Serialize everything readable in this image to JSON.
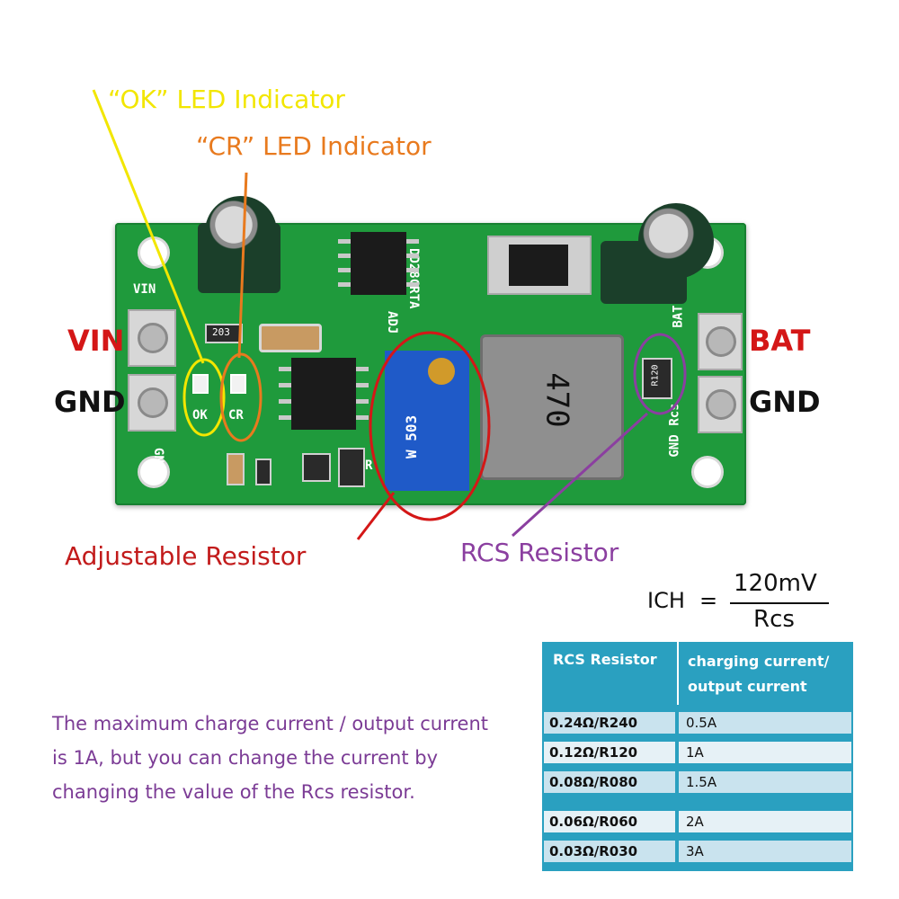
{
  "annotations": {
    "ok_led": "“OK” LED Indicator",
    "cr_led": "“CR” LED Indicator",
    "adjustable_resistor": "Adjustable Resistor",
    "rcs_resistor": "RCS Resistor"
  },
  "terminals": {
    "vin": "VIN",
    "gnd_left": "GND",
    "bat": "BAT",
    "gnd_right": "GND"
  },
  "board_silkscreen": {
    "vin": "VIN",
    "gnd": "GND",
    "ok": "OK",
    "cr": "CR",
    "rcs": "Rcs",
    "bat": "BAT",
    "gnd_right": "GND",
    "model": "DD28CRTA",
    "adj": "ADJ",
    "r": "R",
    "resistor_code": "203",
    "inductor_code": "470",
    "rcs_code": "R120",
    "trimmer_code": "W 503"
  },
  "formula": {
    "lhs": "ICH",
    "eq": "=",
    "numerator": "120mV",
    "denominator": "Rcs"
  },
  "table": {
    "headers": [
      "RCS Resistor",
      "charging current/ output current"
    ],
    "rows": [
      [
        "0.24Ω/R240",
        "0.5A"
      ],
      [
        "0.12Ω/R120",
        "1A"
      ],
      [
        "0.08Ω/R080",
        "1.5A"
      ],
      [
        "0.06Ω/R060",
        "2A"
      ],
      [
        "0.03Ω/R030",
        "3A"
      ]
    ]
  },
  "note": {
    "line1": "The maximum charge current / output current",
    "line2": "is 1A, but you can change the current by",
    "line3": "changing the value of the Rcs resistor."
  },
  "colors": {
    "pcb": "#1f9a3c",
    "ok_annotation": "#f2e600",
    "cr_annotation": "#e87a1e",
    "adjustable_annotation": "#c21b1b",
    "rcs_annotation": "#8b3fa0",
    "table_header": "#2aa0c0"
  }
}
